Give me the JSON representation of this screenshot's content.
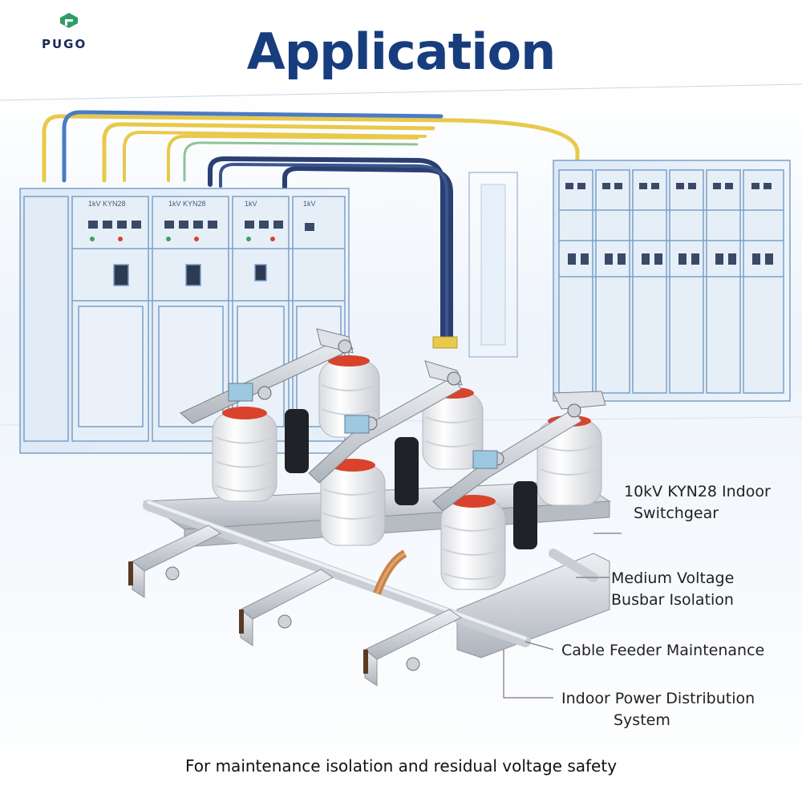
{
  "brand": {
    "name": "PUGO"
  },
  "title": "Application",
  "cabinet_labels": [
    "1kV KYN28",
    "1kV KYN28",
    "1kV",
    "1kV"
  ],
  "callouts": [
    {
      "line1": "10kV KYN28 Indoor",
      "line2": "Switchgear"
    },
    {
      "line1": "Medium Voltage",
      "line2": "Busbar Isolation"
    },
    {
      "line1": "Cable Feeder Maintenance",
      "line2": ""
    },
    {
      "line1": "Indoor Power Distribution",
      "line2": "System"
    }
  ],
  "footer": "For maintenance isolation and residual voltage safety",
  "colors": {
    "title": "#173d7e",
    "insulator": "#f2f3f5",
    "contact_cap": "#d9432b",
    "sketch": "#7aa0c8"
  },
  "icons": [
    "pugo-logo-icon",
    "disconnect-switch-illustration",
    "switchgear-room-illustration"
  ]
}
